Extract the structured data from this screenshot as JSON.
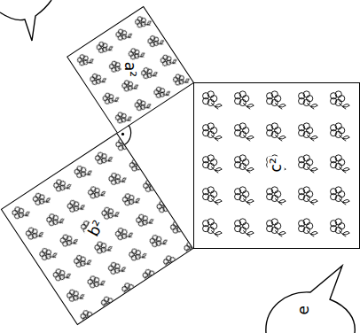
{
  "diagram": {
    "nodes": [
      {
        "text": [
          "a²"
        ]
      },
      {
        "text": [
          "b²"
        ]
      },
      {
        "text": [
          "c²"
        ]
      }
    ],
    "labels": [
      "e"
    ]
  }
}
